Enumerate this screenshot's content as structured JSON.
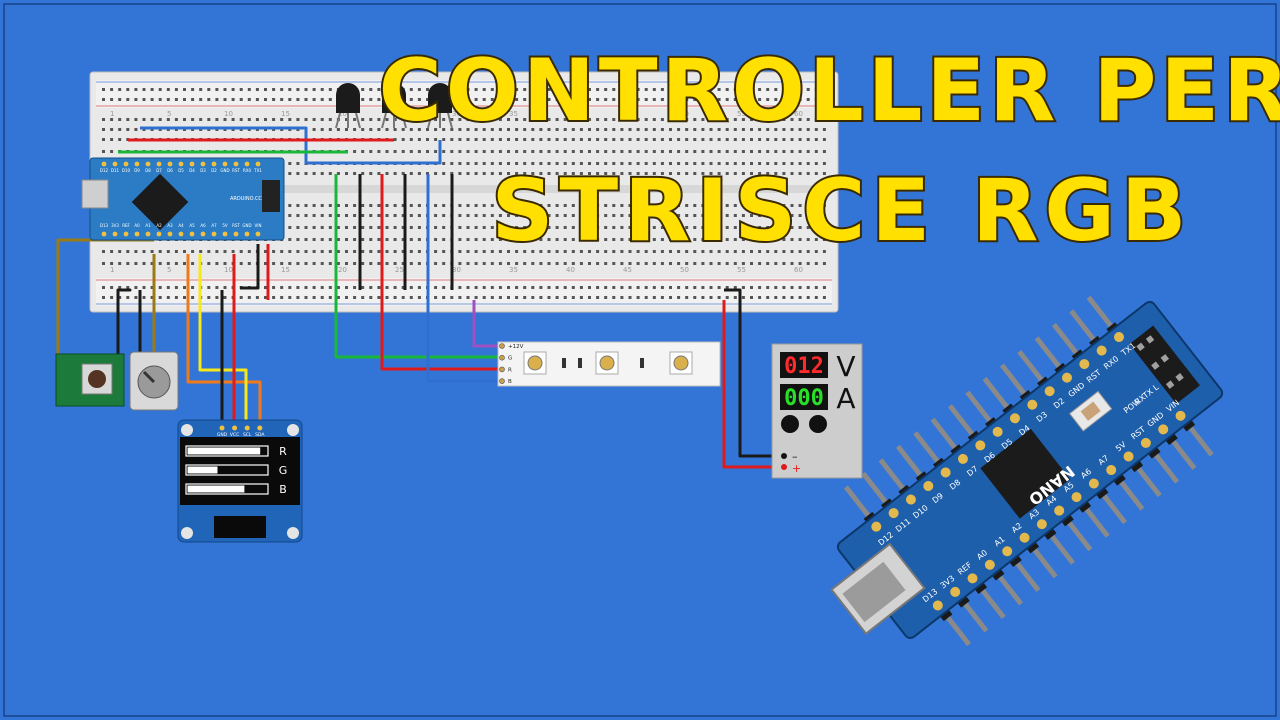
{
  "title": {
    "line1": "CONTROLLER PER",
    "line2": "STRISCE RGB"
  },
  "colors": {
    "background": "#3375d6",
    "title_fill": "#ffe000",
    "title_stroke": "#3a2a00",
    "wire_red": "#e0191b",
    "wire_green": "#19b83a",
    "wire_blue": "#2f6fd0",
    "wire_black": "#1a1a1a",
    "wire_yellow": "#f7e81a",
    "wire_orange": "#f07a1a",
    "wire_brown": "#9b7a14",
    "wire_purple": "#a050c0",
    "board_blue": "#1f5fa6"
  },
  "breadboard": {
    "col_numbers": [
      "1",
      "5",
      "10",
      "15",
      "20",
      "25",
      "30",
      "35",
      "40",
      "45",
      "50",
      "55",
      "60"
    ]
  },
  "arduino_small": {
    "label": "ARDUINO.CC",
    "top_pins": [
      "D12",
      "D11",
      "D10",
      "D9",
      "D8",
      "D7",
      "D6",
      "D5",
      "D4",
      "D3",
      "D2",
      "GND",
      "RST",
      "RX0",
      "TX1"
    ],
    "bottom_pins": [
      "D13",
      "3V3",
      "REF",
      "A0",
      "A1",
      "A2",
      "A3",
      "A4",
      "A5",
      "A6",
      "A7",
      "5V",
      "RST",
      "GND",
      "VIN"
    ]
  },
  "led_strip": {
    "pins": [
      "+12V",
      "G",
      "R",
      "B"
    ]
  },
  "oled": {
    "pins": [
      "GND",
      "VCC",
      "SCL",
      "SDA"
    ],
    "bars": [
      {
        "label": "R",
        "level": 0.92
      },
      {
        "label": "G",
        "level": 0.38
      },
      {
        "label": "B",
        "level": 0.72
      }
    ]
  },
  "meter": {
    "voltage_reading": "012",
    "current_reading": "000",
    "voltage_unit": "V",
    "current_unit": "A",
    "minus_label": "–",
    "plus_label": "+"
  },
  "nano_board": {
    "brand": "NANO",
    "labels": [
      "TX1",
      "RX0",
      "RST",
      "GND",
      "D2",
      "D3",
      "D4",
      "D5",
      "D6",
      "D7",
      "D8",
      "D9",
      "D10",
      "D11",
      "D12",
      "D13",
      "3V3",
      "REF",
      "A0",
      "A1",
      "A2",
      "A3",
      "A4",
      "A5",
      "A6",
      "A7",
      "5V",
      "RST",
      "GND",
      "VIN",
      "POW",
      "RX",
      "TX",
      "L"
    ]
  }
}
